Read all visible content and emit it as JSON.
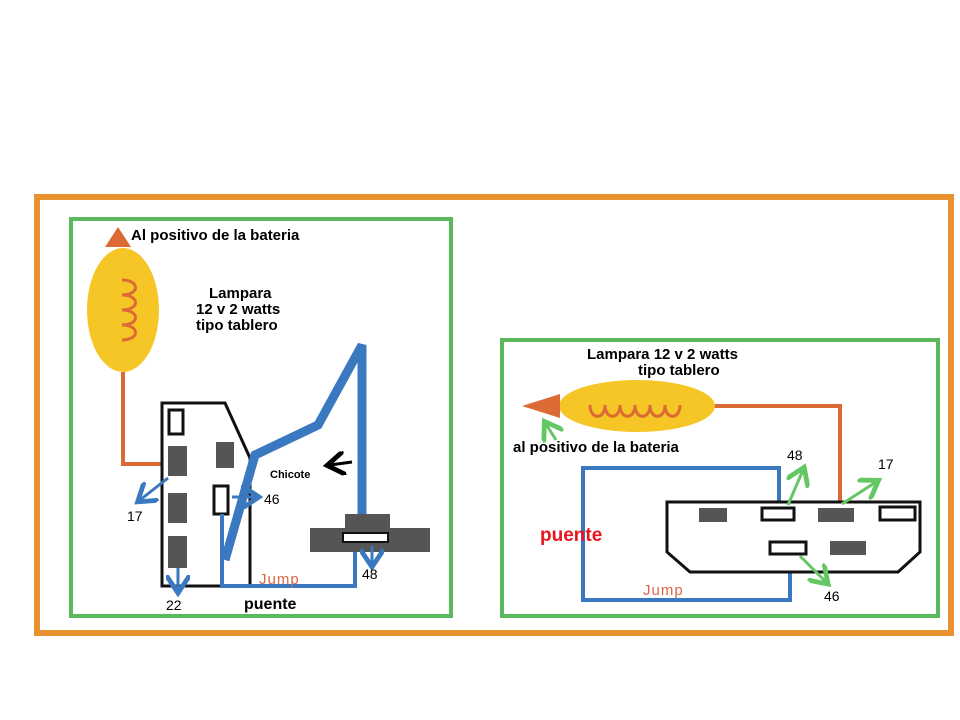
{
  "left_panel": {
    "battery_label": "Al positivo de la bateria",
    "lamp_line1": "Lampara",
    "lamp_line2": "12 v 2 watts",
    "lamp_line3": "tipo tablero",
    "chicote_label": "Chicote",
    "terminal_17": "17",
    "terminal_46": "46",
    "terminal_22": "22",
    "terminal_48": "48",
    "jump_label": "Jump",
    "puente_label": "puente"
  },
  "right_panel": {
    "lamp_line1": "Lampara 12 v 2 watts",
    "lamp_line2": "tipo tablero",
    "battery_label": "al positivo de la bateria",
    "terminal_48": "48",
    "terminal_17": "17",
    "terminal_46": "46",
    "puente_label": "puente",
    "jump_label": "Jump"
  },
  "colors": {
    "frame_orange": "#e9902f",
    "panel_green": "#5cb85c",
    "wire_blue": "#3a78c0",
    "wire_orange": "#dc6a35",
    "lamp_fill": "#f6c626",
    "arrow_green": "#63c763",
    "puente_red": "#e8141e",
    "jump_red": "#d9674a"
  }
}
